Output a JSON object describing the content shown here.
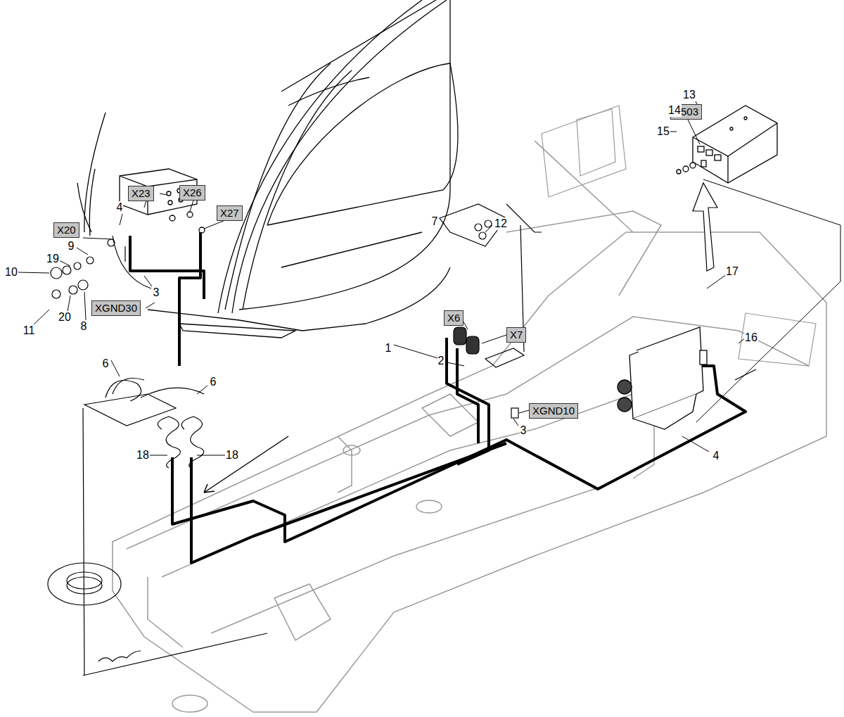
{
  "diagram": {
    "nodes": [
      {
        "text": [
          "X503"
        ]
      },
      {
        "text": [
          "X23"
        ]
      },
      {
        "text": [
          "X26"
        ]
      },
      {
        "text": [
          "X27"
        ]
      },
      {
        "text": [
          "X20"
        ]
      },
      {
        "text": [
          "XGND30"
        ]
      },
      {
        "text": [
          "X6"
        ]
      },
      {
        "text": [
          "X7"
        ]
      },
      {
        "text": [
          "XGND10"
        ]
      }
    ],
    "labels": [
      "13",
      "14",
      "15",
      "4",
      "9",
      "19",
      "10",
      "11",
      "20",
      "8",
      "3",
      "7",
      "12",
      "1",
      "2",
      "3",
      "17",
      "16",
      "6",
      "6",
      "18",
      "18",
      "4"
    ]
  }
}
